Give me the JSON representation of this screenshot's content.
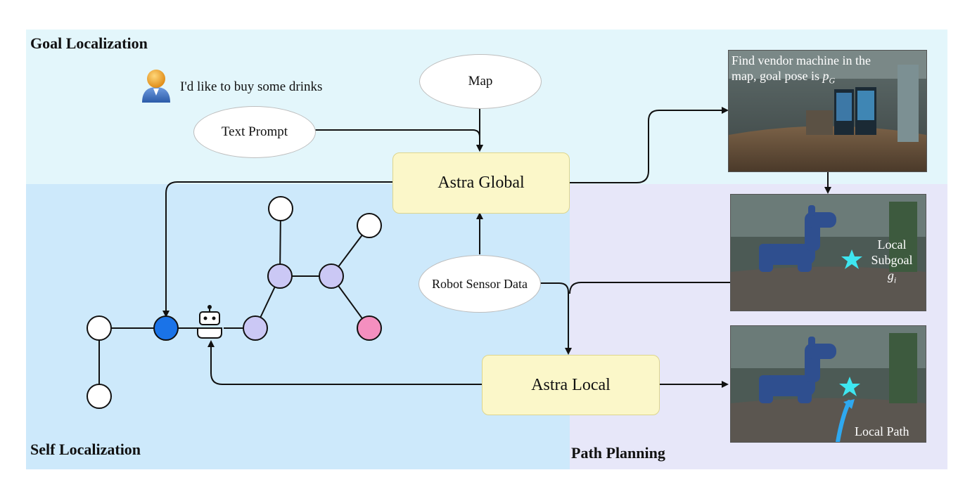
{
  "regions": {
    "goal_localization": "Goal Localization",
    "self_localization": "Self Localization",
    "path_planning": "Path Planning"
  },
  "user": {
    "icon": "user-avatar-icon",
    "request": "I'd like to buy some drinks"
  },
  "nodes": {
    "map": "Map",
    "text_prompt": "Text Prompt",
    "astra_global": "Astra Global",
    "robot_sensor_data": "Robot Sensor Data",
    "astra_local": "Astra Local"
  },
  "images": {
    "goal_caption_line1": "Find vendor machine in the",
    "goal_caption_line2": "map, goal pose is ",
    "goal_symbol": "p",
    "goal_symbol_sub": "G",
    "subgoal_line1": "Local",
    "subgoal_line2": "Subgoal",
    "subgoal_symbol": "g",
    "subgoal_symbol_sub": "i",
    "local_path": "Local Path"
  },
  "graph": {
    "node_colors": {
      "white": "#ffffff",
      "current": "#1a73e8",
      "intermediate": "#cbc8f5",
      "goal": "#f48fbf"
    },
    "robot_icon": "robot-icon"
  },
  "colors": {
    "goal_region": "#e3f6fb",
    "self_region": "#cde9fb",
    "path_region": "#e7e7f9",
    "astra_box": "#fbf7c9",
    "star": "#3ee6f0",
    "path_arrow": "#2ea8f0"
  }
}
